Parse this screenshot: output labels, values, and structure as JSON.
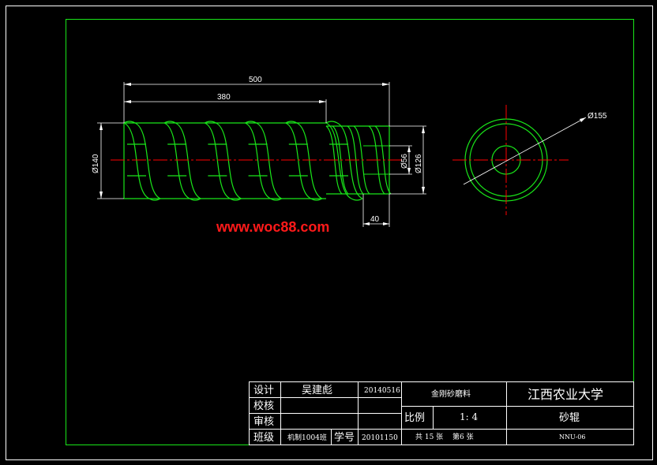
{
  "dimensions": {
    "overall_length": "500",
    "threaded_length": "380",
    "diameter_left": "Ø140",
    "diameter_inner": "Ø56",
    "diameter_right": "Ø126",
    "end_length": "40",
    "end_view_diameter": "Ø155"
  },
  "watermark": "www.woc88.com",
  "title_block": {
    "design_label": "设计",
    "designer": "吴建彪",
    "date": "20140516",
    "check_label": "校核",
    "review_label": "审核",
    "class_label": "班级",
    "class_value": "机制1004班",
    "student_no_label": "学号",
    "student_no": "20101150",
    "project": "金刚砂磨料",
    "school": "江西农业大学",
    "scale_label": "比例",
    "scale_value": "1: 4",
    "part_name": "砂辊",
    "sheet_info": "共 15 张　 第6 张",
    "drawing_no": "NNU-06"
  },
  "colors": {
    "background": "#000000",
    "frame": "#ffffff",
    "part": "#19e619",
    "centerline": "#ff0000",
    "watermark": "#ff1a1a"
  }
}
